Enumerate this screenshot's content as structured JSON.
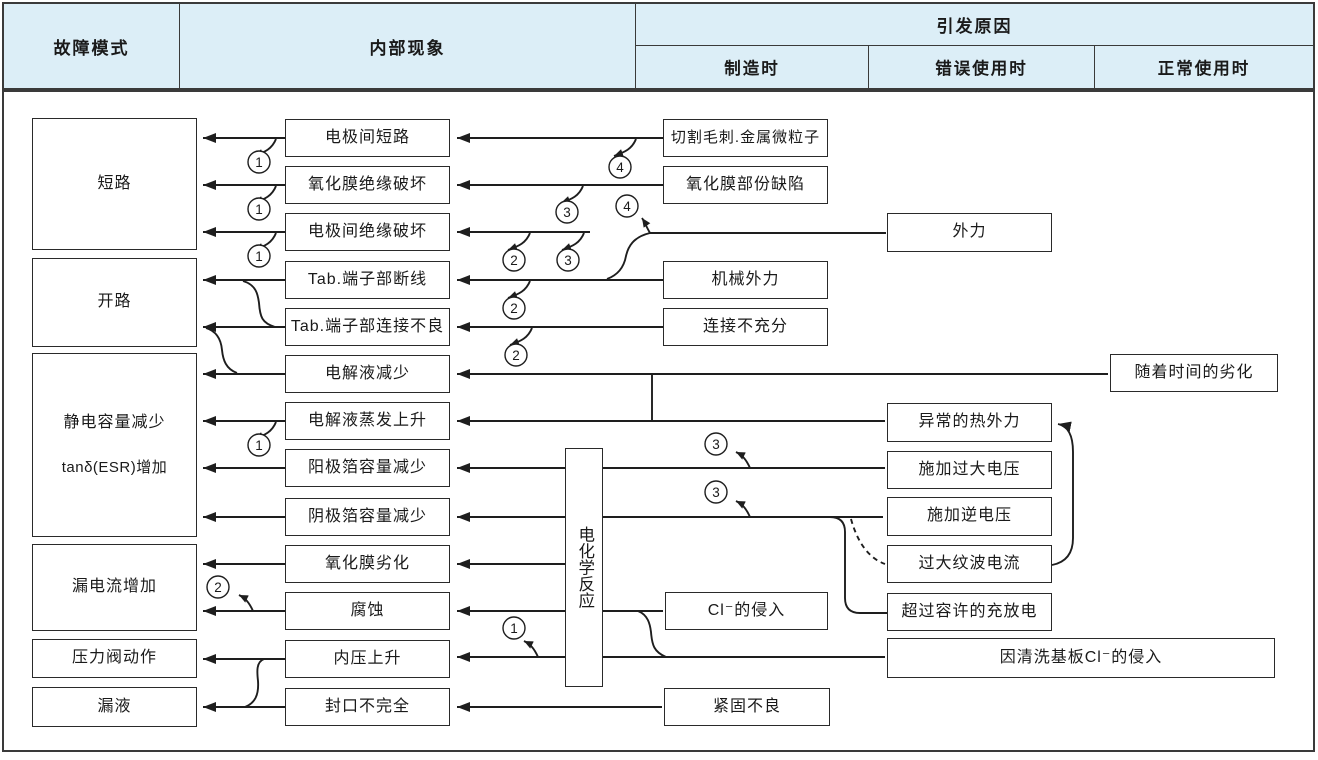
{
  "header": {
    "col_failure_mode": "故障模式",
    "col_internal_phenomenon": "内部现象",
    "col_cause": "引发原因",
    "sub_manufacturing": "制造时",
    "sub_misuse": "错误使用时",
    "sub_normal_use": "正常使用时"
  },
  "failure_modes": [
    {
      "label": "短路"
    },
    {
      "label": "开路"
    },
    {
      "label": "静电容量减少",
      "label2": "tanδ(ESR)增加"
    },
    {
      "label": "漏电流增加"
    },
    {
      "label": "压力阀动作"
    },
    {
      "label": "漏液"
    }
  ],
  "phenomena": [
    "电极间短路",
    "氧化膜绝缘破坏",
    "电极间绝缘破坏",
    "Tab.端子部断线",
    "Tab.端子部连接不良",
    "电解液减少",
    "电解液蒸发上升",
    "阳极箔容量减少",
    "阴极箔容量减少",
    "氧化膜劣化",
    "腐蚀",
    "内压上升",
    "封口不完全"
  ],
  "hub": {
    "label": "电化学反应"
  },
  "causes": {
    "cutting_burr": "切割毛刺.金属微粒子",
    "oxide_defect": "氧化膜部份缺陷",
    "external_force": "外力",
    "mechanical_force": "机械外力",
    "insufficient_connection": "连接不充分",
    "aging": "随着时间的劣化",
    "abnormal_heat": "异常的热外力",
    "over_voltage": "施加过大电压",
    "reverse_voltage": "施加逆电压",
    "excess_ripple": "过大纹波电流",
    "over_charge_discharge": "超过容许的充放电",
    "cl_ingress": "Cl⁻的侵入",
    "board_cleaning_cl": "因清洗基板Cl⁻的侵入",
    "poor_fastening": "紧固不良"
  },
  "refs": {
    "r1": "1",
    "r2": "2",
    "r3": "3",
    "r4": "4"
  },
  "colors": {
    "header_bg": "#dceef7",
    "line": "#1e1e1e",
    "border": "#2a2a2a"
  }
}
